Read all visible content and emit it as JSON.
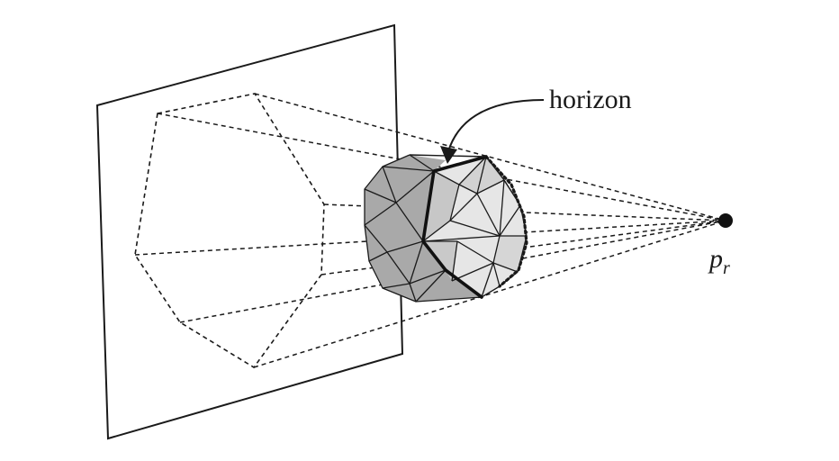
{
  "labels": {
    "horizon": "horizon",
    "point_main": "p",
    "point_sub": "r"
  },
  "icons": [
    "curved-arrow-icon",
    "point-dot-icon"
  ],
  "colors": {
    "ink": "#1a1a1a",
    "hull_dark": "#a8a8a8",
    "hull_mid": "#c8c8c8",
    "hull_light": "#e4e4e4",
    "background": "#ffffff"
  }
}
